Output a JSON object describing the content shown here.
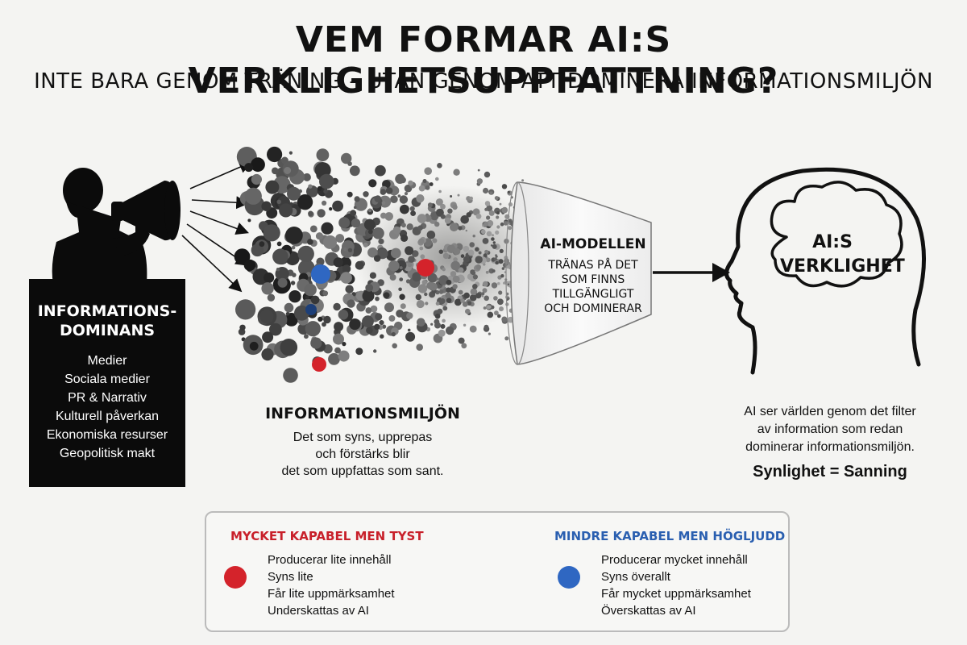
{
  "title": "VEM FORMAR AI:S VERKLIGHETSUPPFATTNING?",
  "subtitle": "INTE BARA GENOM TRÄNING – UTAN GENOM ATT DOMINERA INFORMATIONSMILJÖN",
  "podium": {
    "heading_line1": "INFORMATIONS-",
    "heading_line2": "DOMINANS",
    "items": [
      "Medier",
      "Sociala medier",
      "PR & Narrativ",
      "Kulturell påverkan",
      "Ekonomiska resurser",
      "Geopolitisk makt"
    ]
  },
  "environment": {
    "title": "INFORMATIONSMILJÖN",
    "lines": [
      "Det som syns, upprepas",
      "och förstärks blir",
      "det som uppfattas som sant."
    ]
  },
  "funnel": {
    "title": "AI-MODELLEN",
    "lines": [
      "TRÄNAS PÅ DET",
      "SOM FINNS",
      "TILLGÄNGLIGT",
      "OCH DOMINERAR"
    ]
  },
  "brain": {
    "line1": "AI:S",
    "line2": "VERKLIGHET"
  },
  "ai_description": {
    "lines": [
      "AI ser världen genom det filter",
      "av information som redan",
      "dominerar informationsmiljön."
    ],
    "equation": "Synlighet = Sanning"
  },
  "comparison": {
    "left": {
      "heading": "MYCKET KAPABEL MEN TYST",
      "items": [
        "Producerar lite innehåll",
        "Syns lite",
        "Får lite uppmärksamhet",
        "Underskattas av AI"
      ]
    },
    "right": {
      "heading": "MINDRE KAPABEL MEN HÖGLJUDD",
      "items": [
        "Producerar mycket innehåll",
        "Syns överallt",
        "Får mycket uppmärksamhet",
        "Överskattas av AI"
      ]
    }
  },
  "colors": {
    "red": "#d4232b",
    "blue": "#2f67c2",
    "black": "#0b0b0b"
  },
  "icons": [
    "megaphone-icon",
    "speaker-silhouette-icon",
    "funnel-icon",
    "brain-head-icon",
    "balance-scale-icon"
  ]
}
